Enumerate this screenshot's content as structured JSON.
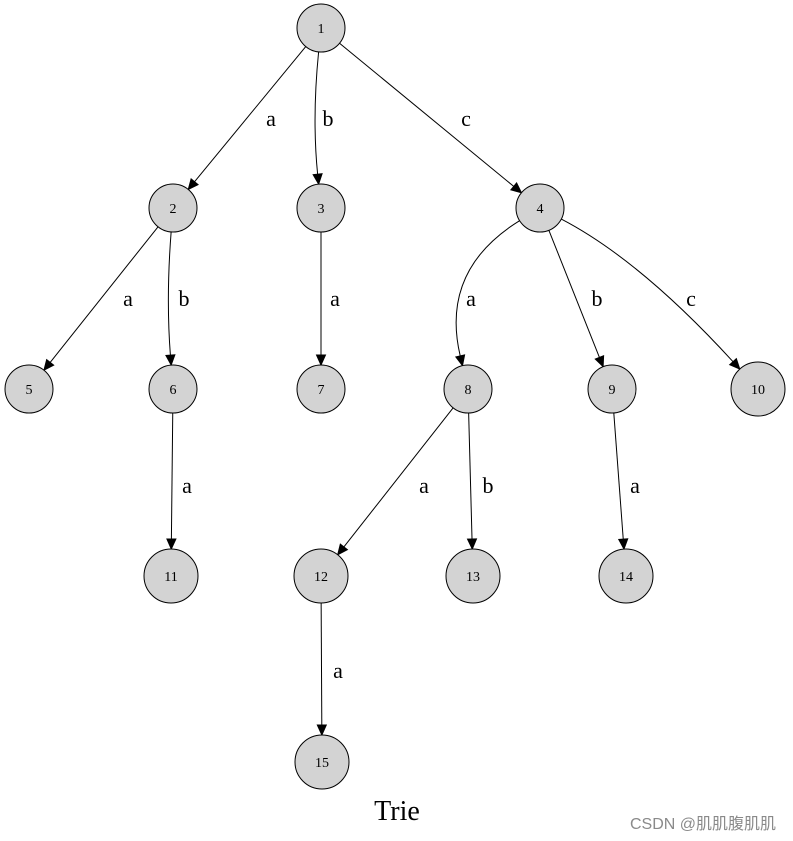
{
  "diagram": {
    "title": "Trie",
    "nodes": [
      "1",
      "2",
      "3",
      "4",
      "5",
      "6",
      "7",
      "8",
      "9",
      "10",
      "11",
      "12",
      "13",
      "14",
      "15"
    ],
    "edges": [
      {
        "from": "1",
        "to": "2",
        "label": "a"
      },
      {
        "from": "1",
        "to": "3",
        "label": "b"
      },
      {
        "from": "1",
        "to": "4",
        "label": "c"
      },
      {
        "from": "2",
        "to": "5",
        "label": "a"
      },
      {
        "from": "2",
        "to": "6",
        "label": "b"
      },
      {
        "from": "3",
        "to": "7",
        "label": "a"
      },
      {
        "from": "4",
        "to": "8",
        "label": "a"
      },
      {
        "from": "4",
        "to": "9",
        "label": "b"
      },
      {
        "from": "4",
        "to": "10",
        "label": "c"
      },
      {
        "from": "6",
        "to": "11",
        "label": "a"
      },
      {
        "from": "8",
        "to": "12",
        "label": "a"
      },
      {
        "from": "8",
        "to": "13",
        "label": "b"
      },
      {
        "from": "9",
        "to": "14",
        "label": "a"
      },
      {
        "from": "12",
        "to": "15",
        "label": "a"
      }
    ]
  },
  "watermark": {
    "text": "CSDN @肌肌腹肌肌"
  },
  "colors": {
    "node_fill": "#d3d3d3",
    "stroke": "#000000",
    "watermark": "#8a8a8a"
  }
}
